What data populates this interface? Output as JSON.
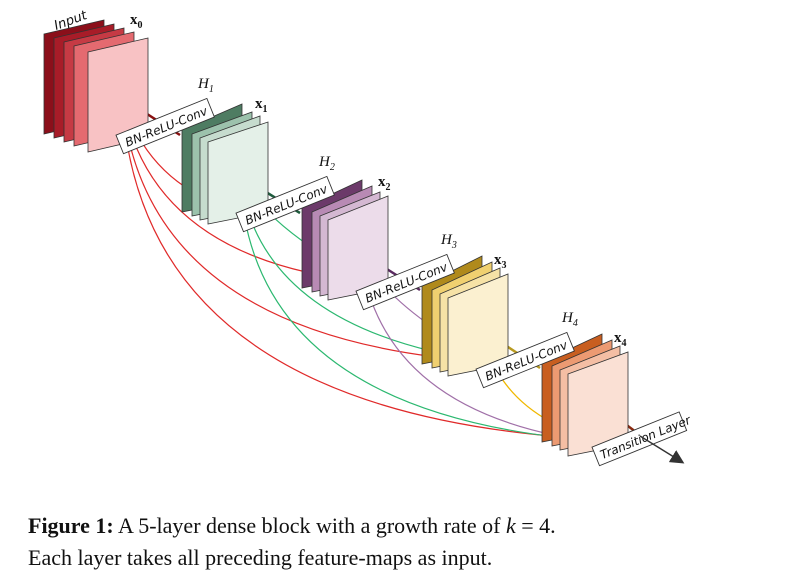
{
  "input_label": "Input",
  "layer_op_label": "BN-ReLU-Conv",
  "transition_label": "Transition Layer",
  "maps": [
    {
      "name": "x",
      "sub": "0",
      "color": "#b01e2a"
    },
    {
      "name": "x",
      "sub": "1",
      "color": "#4f8a6a"
    },
    {
      "name": "x",
      "sub": "2",
      "color": "#7b4a78"
    },
    {
      "name": "x",
      "sub": "3",
      "color": "#b08a20"
    },
    {
      "name": "x",
      "sub": "4",
      "color": "#c86428"
    }
  ],
  "layers": [
    {
      "name": "H",
      "sub": "1"
    },
    {
      "name": "H",
      "sub": "2"
    },
    {
      "name": "H",
      "sub": "3"
    },
    {
      "name": "H",
      "sub": "4"
    }
  ],
  "caption": {
    "label": "Figure 1:",
    "line1_text": "A 5-layer dense block with a growth rate of",
    "k_sym": "k",
    "eq": "=",
    "k_val": "4.",
    "line2": "Each layer takes all preceding feature-maps as input."
  }
}
